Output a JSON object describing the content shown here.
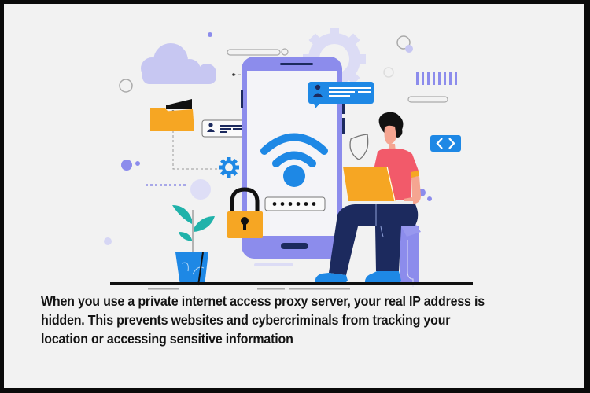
{
  "illustration": {
    "subject": "Person with laptop sitting next to smartphone showing Wi-Fi symbol, padlock and password field",
    "elements": [
      "cloud",
      "folder",
      "user-card",
      "gear",
      "smartphone",
      "wifi-symbol",
      "chat-bubble",
      "padlock",
      "password-field",
      "shield",
      "code-brackets",
      "plant-pot",
      "person-with-laptop"
    ],
    "password_mask": "••••••",
    "colors": {
      "background": "#f2f2f2",
      "frame": "#0a0a0a",
      "primary_blue": "#1e88e5",
      "phone_purple": "#8c8cec",
      "lavender": "#c7c7f2",
      "orange": "#f6a623",
      "shirt_red": "#f25a6a",
      "pants_navy": "#1c2a5e",
      "leaf_teal": "#20b2aa",
      "text": "#141414"
    }
  },
  "caption": {
    "line1": "When you use a private internet access proxy server, your real IP address is",
    "line2": "hidden. This prevents websites and cybercriminals from tracking your",
    "line3": "location or accessing sensitive information"
  }
}
